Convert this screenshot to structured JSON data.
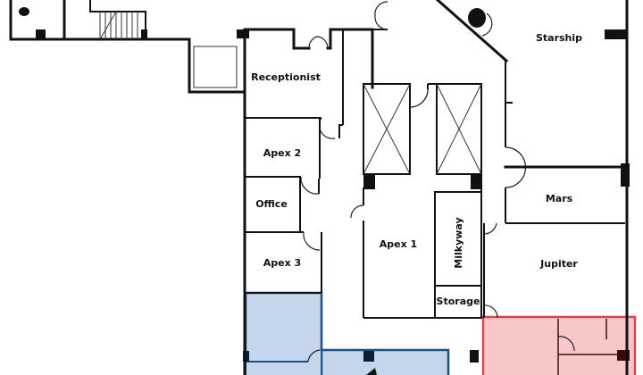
{
  "floorplan": {
    "rooms": [
      {
        "id": "starship",
        "label": "Starship"
      },
      {
        "id": "receptionist",
        "label": "Receptionist"
      },
      {
        "id": "apex2",
        "label": "Apex 2"
      },
      {
        "id": "office",
        "label": "Office"
      },
      {
        "id": "apex3",
        "label": "Apex 3"
      },
      {
        "id": "apex1",
        "label": "Apex 1"
      },
      {
        "id": "milkyway",
        "label": "Milkyway"
      },
      {
        "id": "storage",
        "label": "Storage"
      },
      {
        "id": "mars",
        "label": "Mars"
      },
      {
        "id": "jupiter",
        "label": "Jupiter"
      }
    ],
    "highlights": {
      "blue": {
        "fill": "#c5d5ea",
        "stroke": "#1f4e8c"
      },
      "red": {
        "fill": "#f8c8c8",
        "stroke": "#d9474a"
      }
    }
  }
}
